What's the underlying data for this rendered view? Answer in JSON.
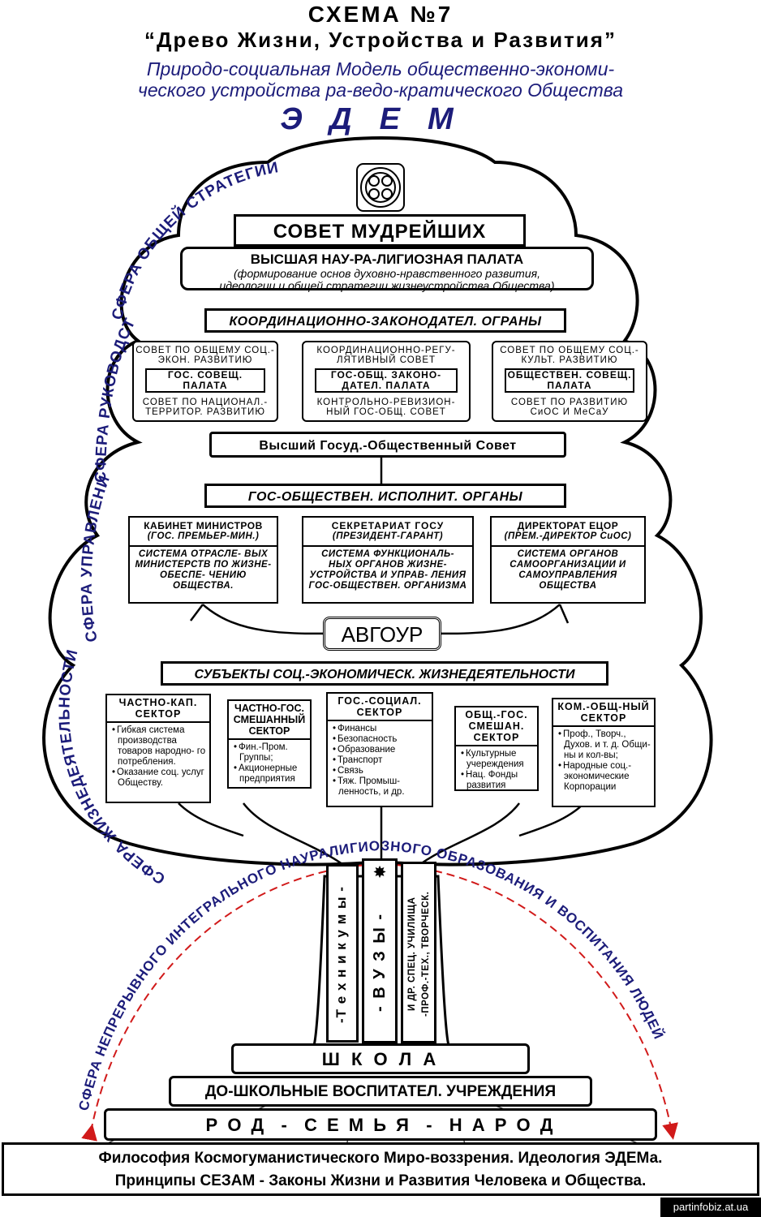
{
  "header": {
    "scheme": "СХЕМА №7",
    "title": "“Древо Жизни, Устройства и Развития”",
    "subtitle_line1": "Природо-социальная Модель общественно-экономи-",
    "subtitle_line2": "ческого устройства ра-ведо-кратического Общества",
    "eden": "ЭДЕМ"
  },
  "spheres": {
    "strategy": "СФЕРА ОБЩЕЙ СТРАТЕГИИ",
    "leadership": "СФЕРА РУКОВОДСТВА",
    "management": "СФЕРА УПРАВЛЕНИЯ",
    "life_activity": "СФЕРА ЖИЗНЕДЕЯТЕЛЬНОСТИ",
    "education": "СФЕРА НЕПРЕРЫВНОГО ИНТЕГРАЛЬНОГО НАУРАЛИГИОЗНОГО ОБРАЗОВАНИЯ И ВОСПИТАНИЯ ЛЮДЕЙ"
  },
  "council": {
    "wise": "СОВЕТ МУДРЕЙШИХ",
    "chamber_title": "ВЫСШАЯ НАУ-РА-ЛИГИОЗНАЯ ПАЛАТА",
    "chamber_desc1": "(формирование основ духовно-нравственного развития,",
    "chamber_desc2": "идеологии и общей стратегии жизнеустройства Общества)"
  },
  "coordination": {
    "title": "КООРДИНАЦИОННО-ЗАКОНОДАТЕЛ. ОГРАНЫ",
    "left": {
      "top": "СОВЕТ ПО ОБЩЕМУ СОЦ.-ЭКОН. РАЗВИТИЮ",
      "inner": "ГОС. СОВЕЩ. ПАЛАТА",
      "bottom": "СОВЕТ ПО НАЦИОНАЛ.- ТЕРРИТОР. РАЗВИТИЮ"
    },
    "center": {
      "top": "КООРДИНАЦИОННО-РЕГУ- ЛЯТИВНЫЙ СОВЕТ",
      "inner": "ГОС-ОБЩ. ЗАКОНО- ДАТЕЛ. ПАЛАТА",
      "bottom": "КОНТРОЛЬНО-РЕВИЗИОН- НЫЙ ГОС-ОБЩ. СОВЕТ"
    },
    "right": {
      "top": "СОВЕТ ПО ОБЩЕМУ СОЦ.-КУЛЬТ. РАЗВИТИЮ",
      "inner": "ОБЩЕСТВЕН. СОВЕЩ. ПАЛАТА",
      "bottom": "СОВЕТ ПО РАЗВИТИЮ СиОС И МеСаУ"
    }
  },
  "supreme_council": "Высший Госуд.-Общественный Совет",
  "executive": {
    "title": "ГОС-ОБЩЕСТВЕН. ИСПОЛНИТ. ОРГАНЫ",
    "left": {
      "top1": "КАБИНЕТ МИНИСТРОВ",
      "top2": "(ГОС. ПРЕМЬЕР-МИН.)",
      "body": "СИСТЕМА ОТРАСЛЕ- ВЫХ МИНИСТЕРСТВ ПО ЖИЗНЕ-ОБЕСПЕ- ЧЕНИЮ ОБЩЕСТВА."
    },
    "center": {
      "top1": "СЕКРЕТАРИАТ ГОСУ",
      "top2": "(ПРЕЗИДЕНТ-ГАРАНТ)",
      "body": "СИСТЕМА ФУНКЦИОНАЛЬ- НЫХ ОРГАНОВ ЖИЗНЕ- УСТРОЙСТВА И УПРАВ- ЛЕНИЯ ГОС-ОБЩЕСТВЕН. ОРГАНИЗМА"
    },
    "right": {
      "top1": "ДИРЕКТОРАТ ЕЦОР",
      "top2": "(ПРЕМ.-ДИРЕКТОР СиОС)",
      "body": "СИСТЕМА ОРГАНОВ САМООРГАНИЗАЦИИ И САМОУПРАВЛЕНИЯ ОБЩЕСТВА"
    }
  },
  "avgour": "АВГОУР",
  "subjects": {
    "title": "СУБЪЕКТЫ СОЦ.-ЭКОНОМИЧЕСК. ЖИЗНЕДЕЯТЕЛЬНОСТИ",
    "sectors": [
      {
        "title": "ЧАСТНО-КАП. СЕКТОР",
        "items": [
          "Гибкая система производства товаров народно- го потребления.",
          "Оказание соц. услуг Обществу."
        ]
      },
      {
        "title": "ЧАСТНО-ГОС. СМЕШАННЫЙ СЕКТОР",
        "items": [
          "Фин.-Пром. Группы;",
          "Акционерные предприятия"
        ]
      },
      {
        "title": "ГОС.-СОЦИАЛ. СЕКТОР",
        "items": [
          "Финансы",
          "Безопасность",
          "Образование",
          "Транспорт",
          "Связь",
          "Тяж. Промыш- ленность, и др."
        ]
      },
      {
        "title": "ОБЩ.-ГОС. СМЕШАН. СЕКТОР",
        "items": [
          "Культурные учереждения",
          "Нац. Фонды развития"
        ]
      },
      {
        "title": "КОМ.-ОБЩ-НЫЙ СЕКТОР",
        "items": [
          "Проф., Творч., Духов. и т. д. Общи-ны и кол-вы;",
          "Народные соц.- экономические Корпорации"
        ]
      }
    ]
  },
  "trunk": {
    "tech": "-Т е х н и к у м ы -",
    "vuz": "- В У З Ы -",
    "prof1": "-ПРОФ.-ТЕХ., ТВОРЧЕСК.",
    "prof2": "И ДР. СПЕЦ. УЧИЛИЩА"
  },
  "foundation": {
    "school": "Ш К О Л А",
    "preschool": "ДО-ШКОЛЬНЫЕ ВОСПИТАТЕЛ. УЧРЕЖДЕНИЯ",
    "family": "Р О Д  -  С Е М Ь Я  -  Н А Р О Д",
    "base1": "Философия Космогуманистического Миро-воззрения. Идеология ЭДЕМа.",
    "base2": "Принципы СЕЗАМ - Законы Жизни и Развития Человека и Общества."
  },
  "watermark": "partinfobiz.at.ua",
  "colors": {
    "sphere_text": "#1c1c7a",
    "arrow": "#d11a1a"
  }
}
